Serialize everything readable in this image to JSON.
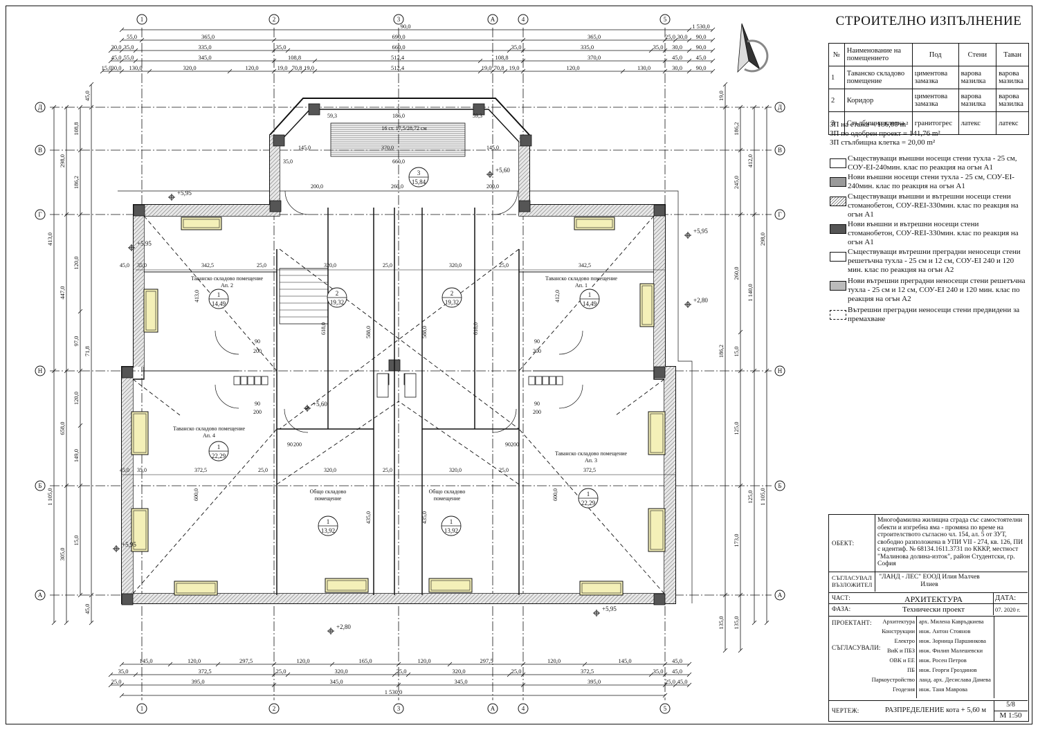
{
  "sheet": {
    "title": "СТРОИТЕЛНО ИЗПЪЛНЕНИЕ"
  },
  "room_table": {
    "headers": [
      "№",
      "Наименование на помещението",
      "Под",
      "Стени",
      "Таван"
    ],
    "rows": [
      {
        "no": "1",
        "name": "Таванско складово помещение",
        "floor": "циментова замазка",
        "walls": "варова мазилка",
        "ceiling": "варова мазилка"
      },
      {
        "no": "2",
        "name": "Коридор",
        "floor": "циментова замазка",
        "walls": "варова мазилка",
        "ceiling": "варова мазилка"
      },
      {
        "no": "3",
        "name": "Стълбищна клетка",
        "floor": "гранитогрес",
        "walls": "латекс",
        "ceiling": "латекс"
      }
    ]
  },
  "areas": [
    "ЗП на етажа = 186,00 m²",
    "ЗП по одобрен проект = 141,76 m²",
    "ЗП стълбищна клетка = 20,00 m²"
  ],
  "legend": [
    {
      "text": "Съществуващи външни носещи стени тухла - 25 см, СОУ-ЕI-240мин. клас по реакция на огън А1",
      "fill": "#ffffff"
    },
    {
      "text": "Нови външни носещи стени тухла - 25 см, СОУ-ЕI-240мин. клас по реакция на огън А1",
      "fill": "#9a9a9a"
    },
    {
      "text": "Съществуващи външни и вътрешни носещи стени стоманобетон, СОУ-REI-330мин. клас по реакция на огън А1",
      "fill": "#d8d8d8"
    },
    {
      "text": "Нови външни и вътрешни носещи стени стоманобетон, СОУ-REI-330мин. клас по реакция на огън А1",
      "fill": "#555555"
    },
    {
      "text": "Съществуващи вътрешни преградни неносещи стени решетъчна тухла - 25 см и 12 см, СОУ-ЕI 240 и 120 мин. клас по реакция на огън А2",
      "fill": "#ffffff"
    },
    {
      "text": "Нови вътрешни преградни неносещи стени решетъчна тухла - 25 см и 12 см, СОУ-ЕI 240 и 120 мин. клас по реакция на огън А2",
      "fill": "#bbbbbb"
    },
    {
      "text": "Вътрешни преградни неносещи стени предвидени за премахване",
      "fill": "dashed"
    }
  ],
  "title_block": {
    "object_label": "ОБЕКТ:",
    "object_text": "Многофамилна жилищна сграда със самостоятелни обекти и изгребна яма - промяна по време на строителството съгласно чл. 154, ал. 5 от ЗУТ, свободно разположена в УПИ VII - 274, кв. 126, ПИ с идентиф. № 68134.1611.3731 по КККР, местност \"Малинова долина-изток\", район Студентски, гр. София",
    "approved_label": "СЪГЛАСУВАЛ ВЪЗЛОЖИТЕЛ",
    "approved_text": "\"ЛАНД - ЛЕС\" ЕООД Илия Малчев Илиев",
    "part_label": "ЧАСТ:",
    "part_value": "АРХИТЕКТУРА",
    "date_label": "ДАТА:",
    "date_value": "07. 2020 г.",
    "phase_label": "ФАЗА:",
    "phase_value": "Технически проект",
    "designer_label": "ПРОЕКТАНТ:",
    "designers": [
      {
        "role": "Архитектура",
        "name": "арх. Милена Кавръдкиева"
      },
      {
        "role": "Конструкции",
        "name": "инж. Антон Стоянов"
      },
      {
        "role": "Електро",
        "name": "инж. Зорница Паршинкова"
      },
      {
        "role": "ВиК и ПБЗ",
        "name": "инж. Филип Малешевски"
      },
      {
        "role": "ОВК и ЕЕ",
        "name": "инж. Росен Петров"
      },
      {
        "role": "ПБ",
        "name": "инж. Георги Гроздинов"
      },
      {
        "role": "Паркоустройство",
        "name": "ланд. арх. Десислава Дамева"
      },
      {
        "role": "Геодезия",
        "name": "инж. Таня Маврова"
      }
    ],
    "coordinated_label": "СЪГЛАСУВАЛИ:",
    "drawing_label": "ЧЕРТЕЖ:",
    "drawing_value": "РАЗПРЕДЕЛЕНИЕ  кота + 5,60 м",
    "sheet_no": "5/8",
    "scale": "М 1:50"
  },
  "plan": {
    "axes_v": [
      "1",
      "2",
      "3",
      "А",
      "4",
      "5"
    ],
    "axes_h": [
      "Д",
      "В",
      "Г",
      "Н",
      "Б",
      "А"
    ],
    "dims_top": {
      "r1": [
        "90,0",
        "1 530,0",
        "90,0"
      ],
      "r2": [
        "55,0",
        "365,0",
        "690,0",
        "365,0",
        "25,0",
        "30,0",
        "90,0"
      ],
      "r3": [
        "30,0",
        "35,0",
        "335,0",
        "35,0",
        "660,0",
        "35,0",
        "335,0",
        "35,0",
        "30,0",
        "90,0"
      ],
      "r4": [
        "45,0",
        "55,0",
        "345,0",
        "108,8",
        "512,4",
        "108,8",
        "370,0",
        "45,0",
        "45,0"
      ],
      "r5": [
        "15,0",
        "30,0",
        "130,0",
        "320,0",
        "120,0",
        "19,0",
        "70,8",
        "19,0",
        "512,4",
        "19,0",
        "70,8",
        "19,0",
        "120,0",
        "130,0",
        "30,0",
        "90,0"
      ]
    },
    "dims_bottom": {
      "r1": [
        "145,0",
        "120,0",
        "297,5",
        "120,0",
        "165,0",
        "120,0",
        "297,5",
        "120,0",
        "145,0",
        "45,0"
      ],
      "r2": [
        "35,0",
        "372,5",
        "25,0",
        "320,0",
        "25,0",
        "320,0",
        "25,0",
        "372,5",
        "35,0",
        "45,0"
      ],
      "r3": [
        "25,0",
        "395,0",
        "345,0",
        "345,0",
        "395,0",
        "25,0",
        "45,0"
      ],
      "r4": [
        "1 530,0"
      ]
    },
    "dims_left": [
      "1 105,0",
      "447,0",
      "658,0",
      "413,0",
      "298,0",
      "305,0",
      "186,2",
      "108,8",
      "71,8",
      "120,0",
      "97,0",
      "120,0",
      "149,0",
      "15,0",
      "45,0"
    ],
    "dims_right": [
      "1 105,0",
      "1 140,0",
      "298,0",
      "412,0",
      "245,0",
      "260,0",
      "186,2",
      "125,0",
      "173,0",
      "135,0",
      "15,0",
      "19,0"
    ],
    "rooms": [
      {
        "name": "Таванско складово помещение Ап. 2",
        "no": "1",
        "area": "14,49"
      },
      {
        "name": "Таванско складово помещение Ап. 1",
        "no": "1",
        "area": "14,49"
      },
      {
        "name": "Таванско складово помещение Ап. 4",
        "no": "1",
        "area": "22,29"
      },
      {
        "name": "Таванско складово помещение Ап. 3",
        "no": "1",
        "area": "22,29"
      },
      {
        "name": "Общо складово помещение",
        "no": "1",
        "area": "13,92"
      },
      {
        "name": "Общо складово помещение",
        "no": "1",
        "area": "13,92"
      },
      {
        "no": "2",
        "area": "19,32"
      },
      {
        "no": "2",
        "area": "19,32"
      },
      {
        "no": "3",
        "area": "15,84"
      }
    ],
    "stair_label": "16 ст. 17,5/28,72 см",
    "levels": [
      "+5,95",
      "+5,95",
      "+5,95",
      "+5,95",
      "+5,95",
      "+5,60",
      "+5,60",
      "+2,80",
      "+2,80"
    ],
    "inner_dims": [
      "342,5",
      "25,0",
      "320,0",
      "25,0",
      "320,0",
      "25,0",
      "342,5",
      "35,0",
      "45,0",
      "372,5",
      "25,0",
      "320,0",
      "25,0",
      "320,0",
      "25,0",
      "372,5",
      "35,0",
      "45,0",
      "200,0",
      "260,0",
      "200,0",
      "660,0",
      "145,0",
      "145,0",
      "186,0",
      "59,3",
      "59,3",
      "370,0",
      "35,0",
      "618,0",
      "618,0",
      "588,0",
      "588,0",
      "600,0",
      "600,0",
      "435,0",
      "435,0",
      "413,0",
      "412,0"
    ],
    "door_labels": [
      "90",
      "200",
      "90",
      "200",
      "90",
      "200",
      "90",
      "200",
      "90",
      "200",
      "90",
      "200"
    ]
  }
}
